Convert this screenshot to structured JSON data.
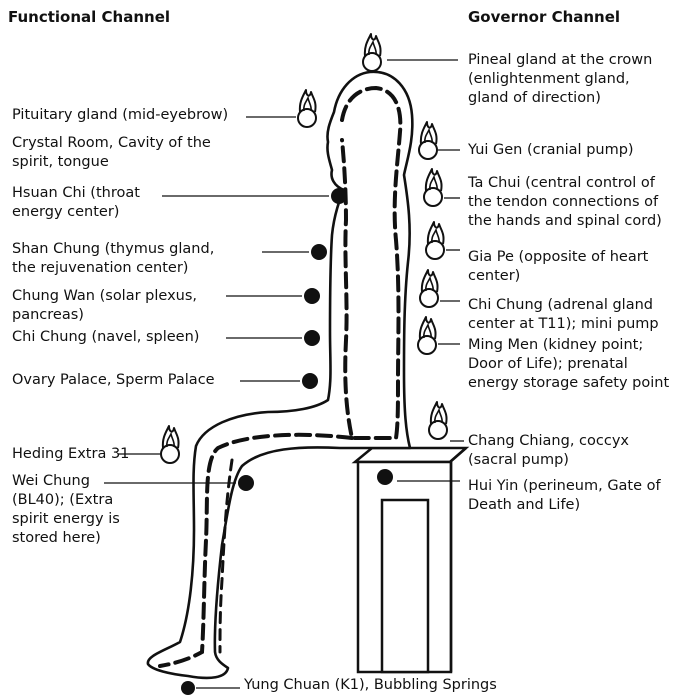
{
  "headers": {
    "functional": "Functional Channel",
    "governor": "Governor Channel"
  },
  "labels": {
    "pituitary": [
      "Pituitary gland (mid-eyebrow)"
    ],
    "crystal_room": [
      "Crystal Room, Cavity of the",
      "spirit, tongue"
    ],
    "hsuan_chi": [
      "Hsuan Chi (throat",
      "energy center)"
    ],
    "shan_chung": [
      "Shan Chung (thymus gland,",
      "the rejuvenation center)"
    ],
    "chung_wan": [
      "Chung Wan (solar plexus,",
      "pancreas)"
    ],
    "chi_chung_navel": [
      "Chi Chung (navel, spleen)"
    ],
    "ovary_palace": [
      "Ovary Palace, Sperm Palace"
    ],
    "heding": [
      "Heding Extra 31"
    ],
    "wei_chung": [
      "Wei Chung",
      "(BL40); (Extra",
      "spirit energy is",
      "stored here)"
    ],
    "yung_chuan": [
      "Yung Chuan (K1), Bubbling Springs"
    ],
    "pineal": [
      "Pineal gland at the crown",
      "(enlightenment gland,",
      "gland of direction)"
    ],
    "yui_gen": [
      "Yui Gen (cranial pump)"
    ],
    "ta_chui": [
      "Ta Chui (central control of",
      "the tendon connections of",
      "the hands and spinal cord)"
    ],
    "gia_pe": [
      "Gia Pe (opposite of heart",
      "center)"
    ],
    "chi_chung_adrenal": [
      "Chi Chung (adrenal gland",
      "center at T11); mini pump"
    ],
    "ming_men": [
      "Ming Men (kidney point;",
      "Door of Life); prenatal",
      "energy storage safety point"
    ],
    "chang_chiang": [
      "Chang Chiang, coccyx",
      "(sacral pump)"
    ],
    "hui_yin": [
      "Hui Yin (perineum, Gate of",
      "Death and Life)"
    ]
  },
  "colors": {
    "ink": "#111111",
    "paper": "#ffffff"
  },
  "icons": [
    "flame-icon",
    "point-dot"
  ]
}
